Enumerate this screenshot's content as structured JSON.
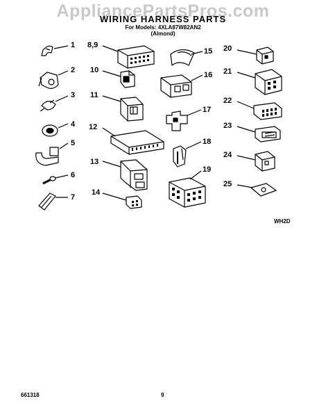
{
  "watermark": "AppliancePartsPros.com",
  "title": "WIRING HARNESS PARTS",
  "subtitle_models": "For Models: 4XLA87W82AN2",
  "subtitle_color": "(Almond)",
  "callouts": [
    "1",
    "2",
    "3",
    "4",
    "5",
    "6",
    "7",
    "8,9",
    "10",
    "11",
    "12",
    "13",
    "14",
    "15",
    "16",
    "17",
    "18",
    "19",
    "20",
    "21",
    "22",
    "23",
    "24",
    "25"
  ],
  "diagram_code": "WH2D",
  "footer_left": "661318",
  "footer_page": "9"
}
